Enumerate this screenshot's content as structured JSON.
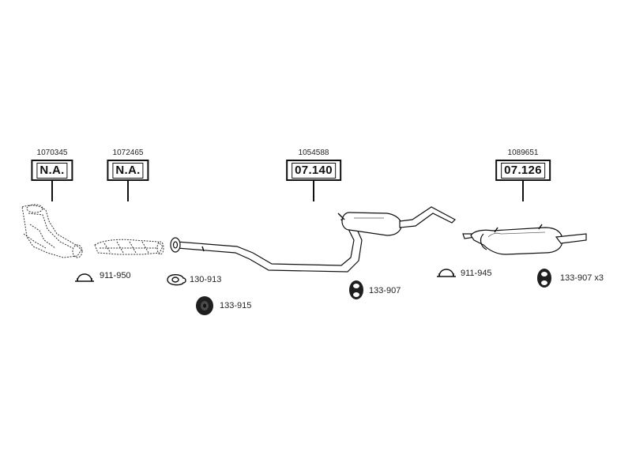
{
  "components": [
    {
      "id": "c1",
      "oem": "1070345",
      "code": "N.A."
    },
    {
      "id": "c2",
      "oem": "1072465",
      "code": "N.A."
    },
    {
      "id": "c3",
      "oem": "1054588",
      "code": "07.140"
    },
    {
      "id": "c4",
      "oem": "1089651",
      "code": "07.126"
    }
  ],
  "accessories": [
    {
      "id": "a1",
      "label": "911-950",
      "icon": "clamp-icon"
    },
    {
      "id": "a2",
      "label": "130-913",
      "icon": "gasket-ring-icon"
    },
    {
      "id": "a3",
      "label": "133-915",
      "icon": "rubber-mount-icon"
    },
    {
      "id": "a4",
      "label": "133-907",
      "icon": "rubber-hanger-icon"
    },
    {
      "id": "a5",
      "label": "911-945",
      "icon": "clamp-icon"
    },
    {
      "id": "a6",
      "label": "133-907 x3",
      "icon": "rubber-hanger-icon"
    }
  ],
  "colors": {
    "ink": "#111111",
    "fill": "#ffffff",
    "dark": "#2a2a2a"
  }
}
